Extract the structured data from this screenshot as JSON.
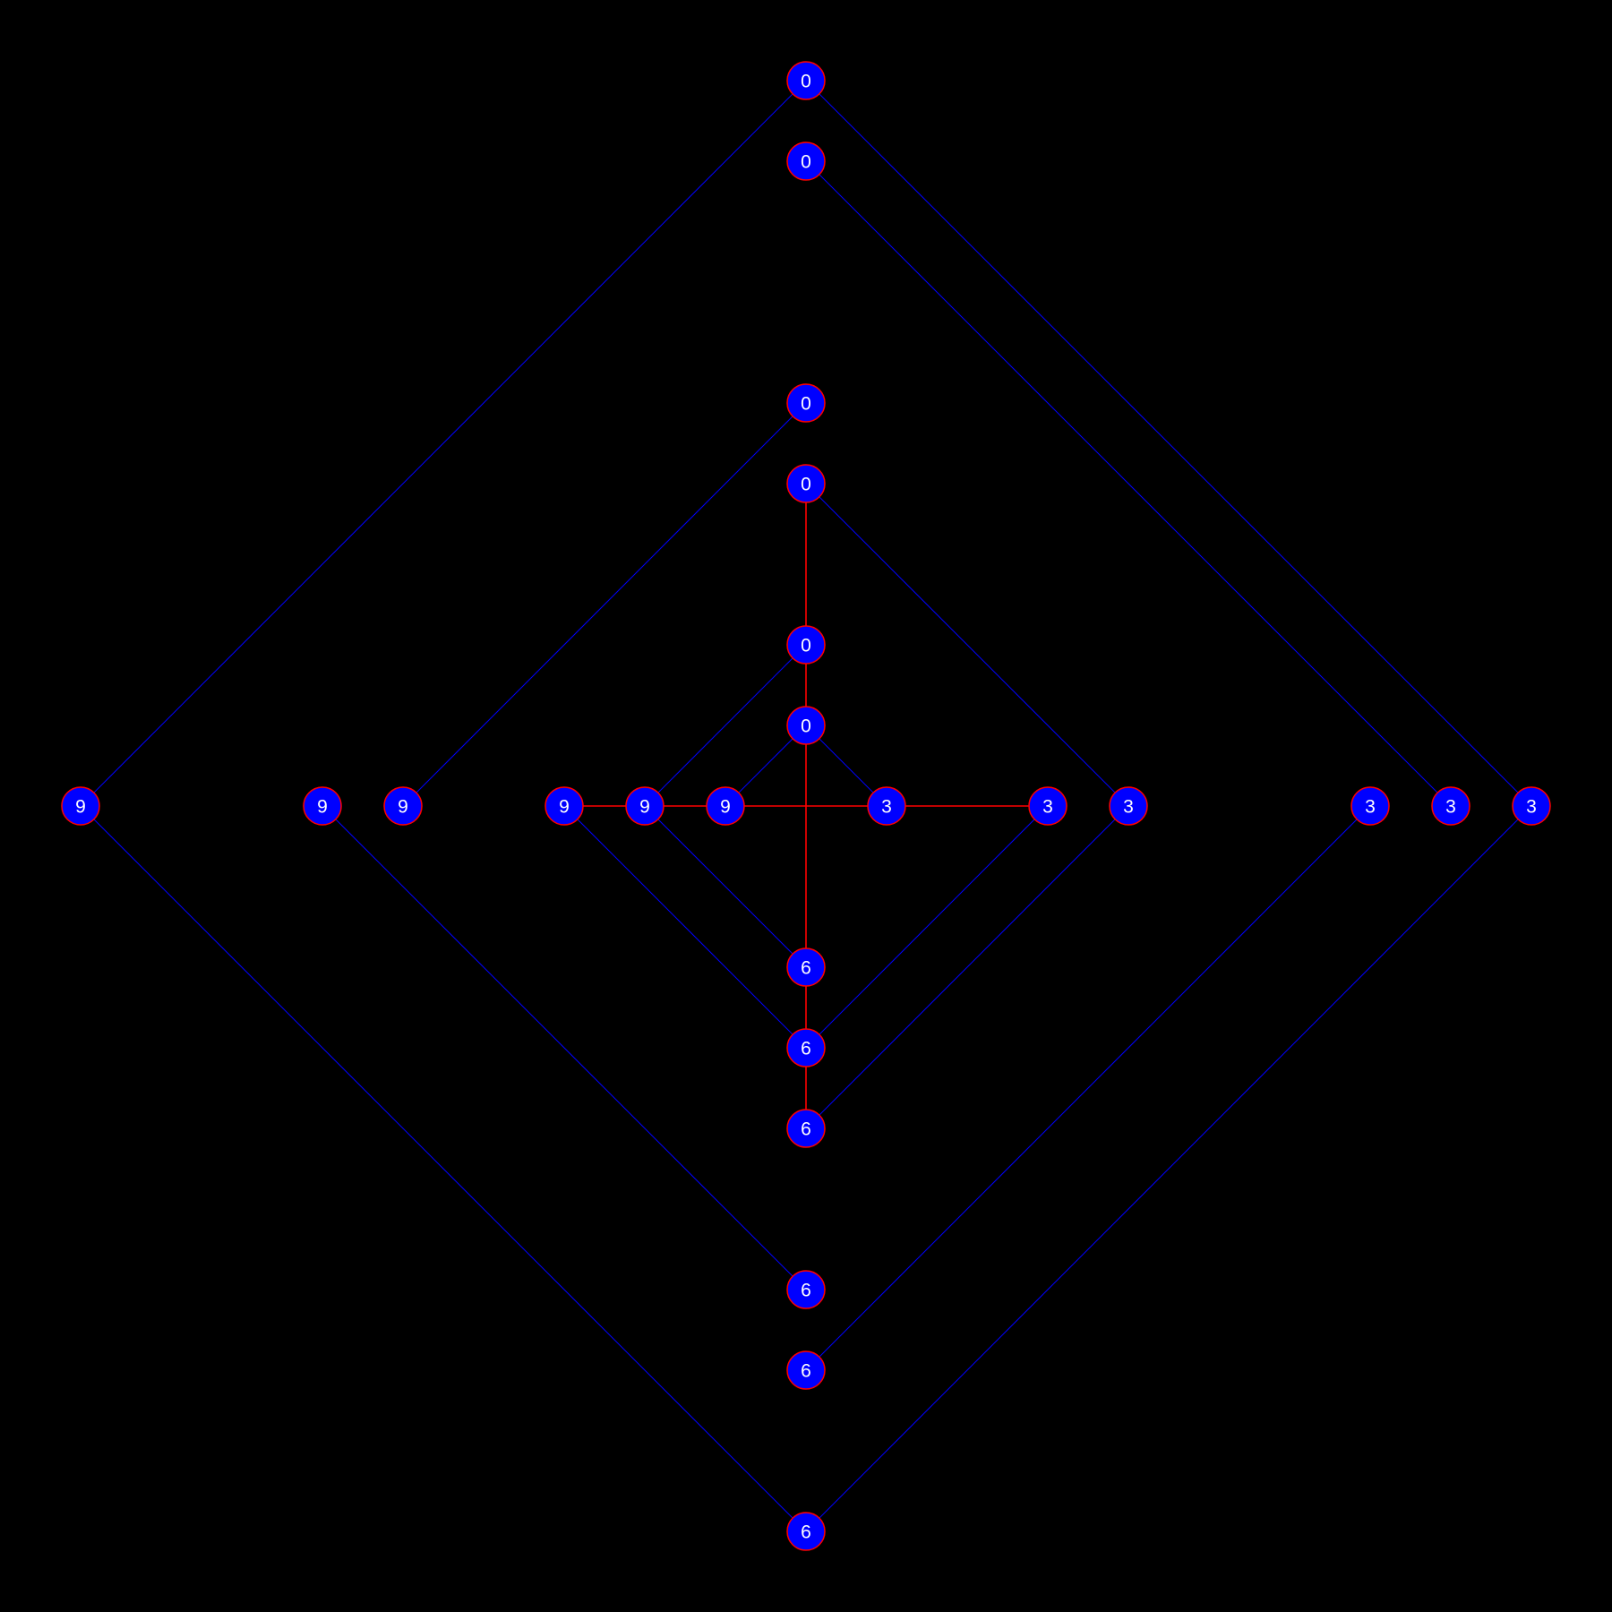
{
  "colors": {
    "background": "#000000",
    "node_fill": "#0000ff",
    "node_stroke": "#ff0000",
    "node_text": "#ffffff",
    "blue_edge": "#0000ff",
    "red_edge": "#ff0000"
  },
  "nodes": [
    {
      "id": "n0_1",
      "label": "0"
    },
    {
      "id": "n0_2",
      "label": "0"
    },
    {
      "id": "n0_3",
      "label": "0"
    },
    {
      "id": "n0_4",
      "label": "0"
    },
    {
      "id": "n0_5",
      "label": "0"
    },
    {
      "id": "n0_6",
      "label": "0"
    },
    {
      "id": "n9_1",
      "label": "9"
    },
    {
      "id": "n9_2",
      "label": "9"
    },
    {
      "id": "n9_3",
      "label": "9"
    },
    {
      "id": "n9_4",
      "label": "9"
    },
    {
      "id": "n9_5",
      "label": "9"
    },
    {
      "id": "n9_6",
      "label": "9"
    },
    {
      "id": "n3_1",
      "label": "3"
    },
    {
      "id": "n3_2",
      "label": "3"
    },
    {
      "id": "n3_3",
      "label": "3"
    },
    {
      "id": "n3_4",
      "label": "3"
    },
    {
      "id": "n3_5",
      "label": "3"
    },
    {
      "id": "n3_6",
      "label": "3"
    },
    {
      "id": "n6_1",
      "label": "6"
    },
    {
      "id": "n6_2",
      "label": "6"
    },
    {
      "id": "n6_3",
      "label": "6"
    },
    {
      "id": "n6_4",
      "label": "6"
    },
    {
      "id": "n6_5",
      "label": "6"
    },
    {
      "id": "n6_6",
      "label": "6"
    }
  ],
  "edges": [
    {
      "from": "n0_1",
      "to": "n9_1",
      "color": "blue"
    },
    {
      "from": "n0_1",
      "to": "n3_6",
      "color": "blue"
    },
    {
      "from": "n9_1",
      "to": "n6_6",
      "color": "blue"
    },
    {
      "from": "n3_6",
      "to": "n6_6",
      "color": "blue"
    },
    {
      "from": "n0_2",
      "to": "n3_5",
      "color": "blue"
    },
    {
      "from": "n9_2",
      "to": "n6_4",
      "color": "blue"
    },
    {
      "from": "n3_4",
      "to": "n6_5",
      "color": "blue"
    },
    {
      "from": "n0_3",
      "to": "n9_3",
      "color": "blue"
    },
    {
      "from": "n0_4",
      "to": "n3_3",
      "color": "blue"
    },
    {
      "from": "n3_3",
      "to": "n6_3",
      "color": "blue"
    },
    {
      "from": "n9_4",
      "to": "n6_2",
      "color": "blue"
    },
    {
      "from": "n3_2",
      "to": "n6_2",
      "color": "blue"
    },
    {
      "from": "n0_5",
      "to": "n9_5",
      "color": "blue"
    },
    {
      "from": "n9_5",
      "to": "n6_1",
      "color": "blue"
    },
    {
      "from": "n0_6",
      "to": "n9_6",
      "color": "blue"
    },
    {
      "from": "n0_6",
      "to": "n3_1",
      "color": "blue"
    },
    {
      "from": "n0_4",
      "to": "n0_5",
      "color": "red"
    },
    {
      "from": "n0_5",
      "to": "n0_6",
      "color": "red"
    },
    {
      "from": "n0_6",
      "to": "n6_1",
      "color": "red"
    },
    {
      "from": "n6_1",
      "to": "n6_2",
      "color": "red"
    },
    {
      "from": "n6_2",
      "to": "n6_3",
      "color": "red"
    },
    {
      "from": "n9_4",
      "to": "n9_5",
      "color": "red"
    },
    {
      "from": "n9_5",
      "to": "n9_6",
      "color": "red"
    },
    {
      "from": "n9_6",
      "to": "n3_1",
      "color": "red"
    },
    {
      "from": "n3_1",
      "to": "n3_2",
      "color": "red"
    }
  ]
}
